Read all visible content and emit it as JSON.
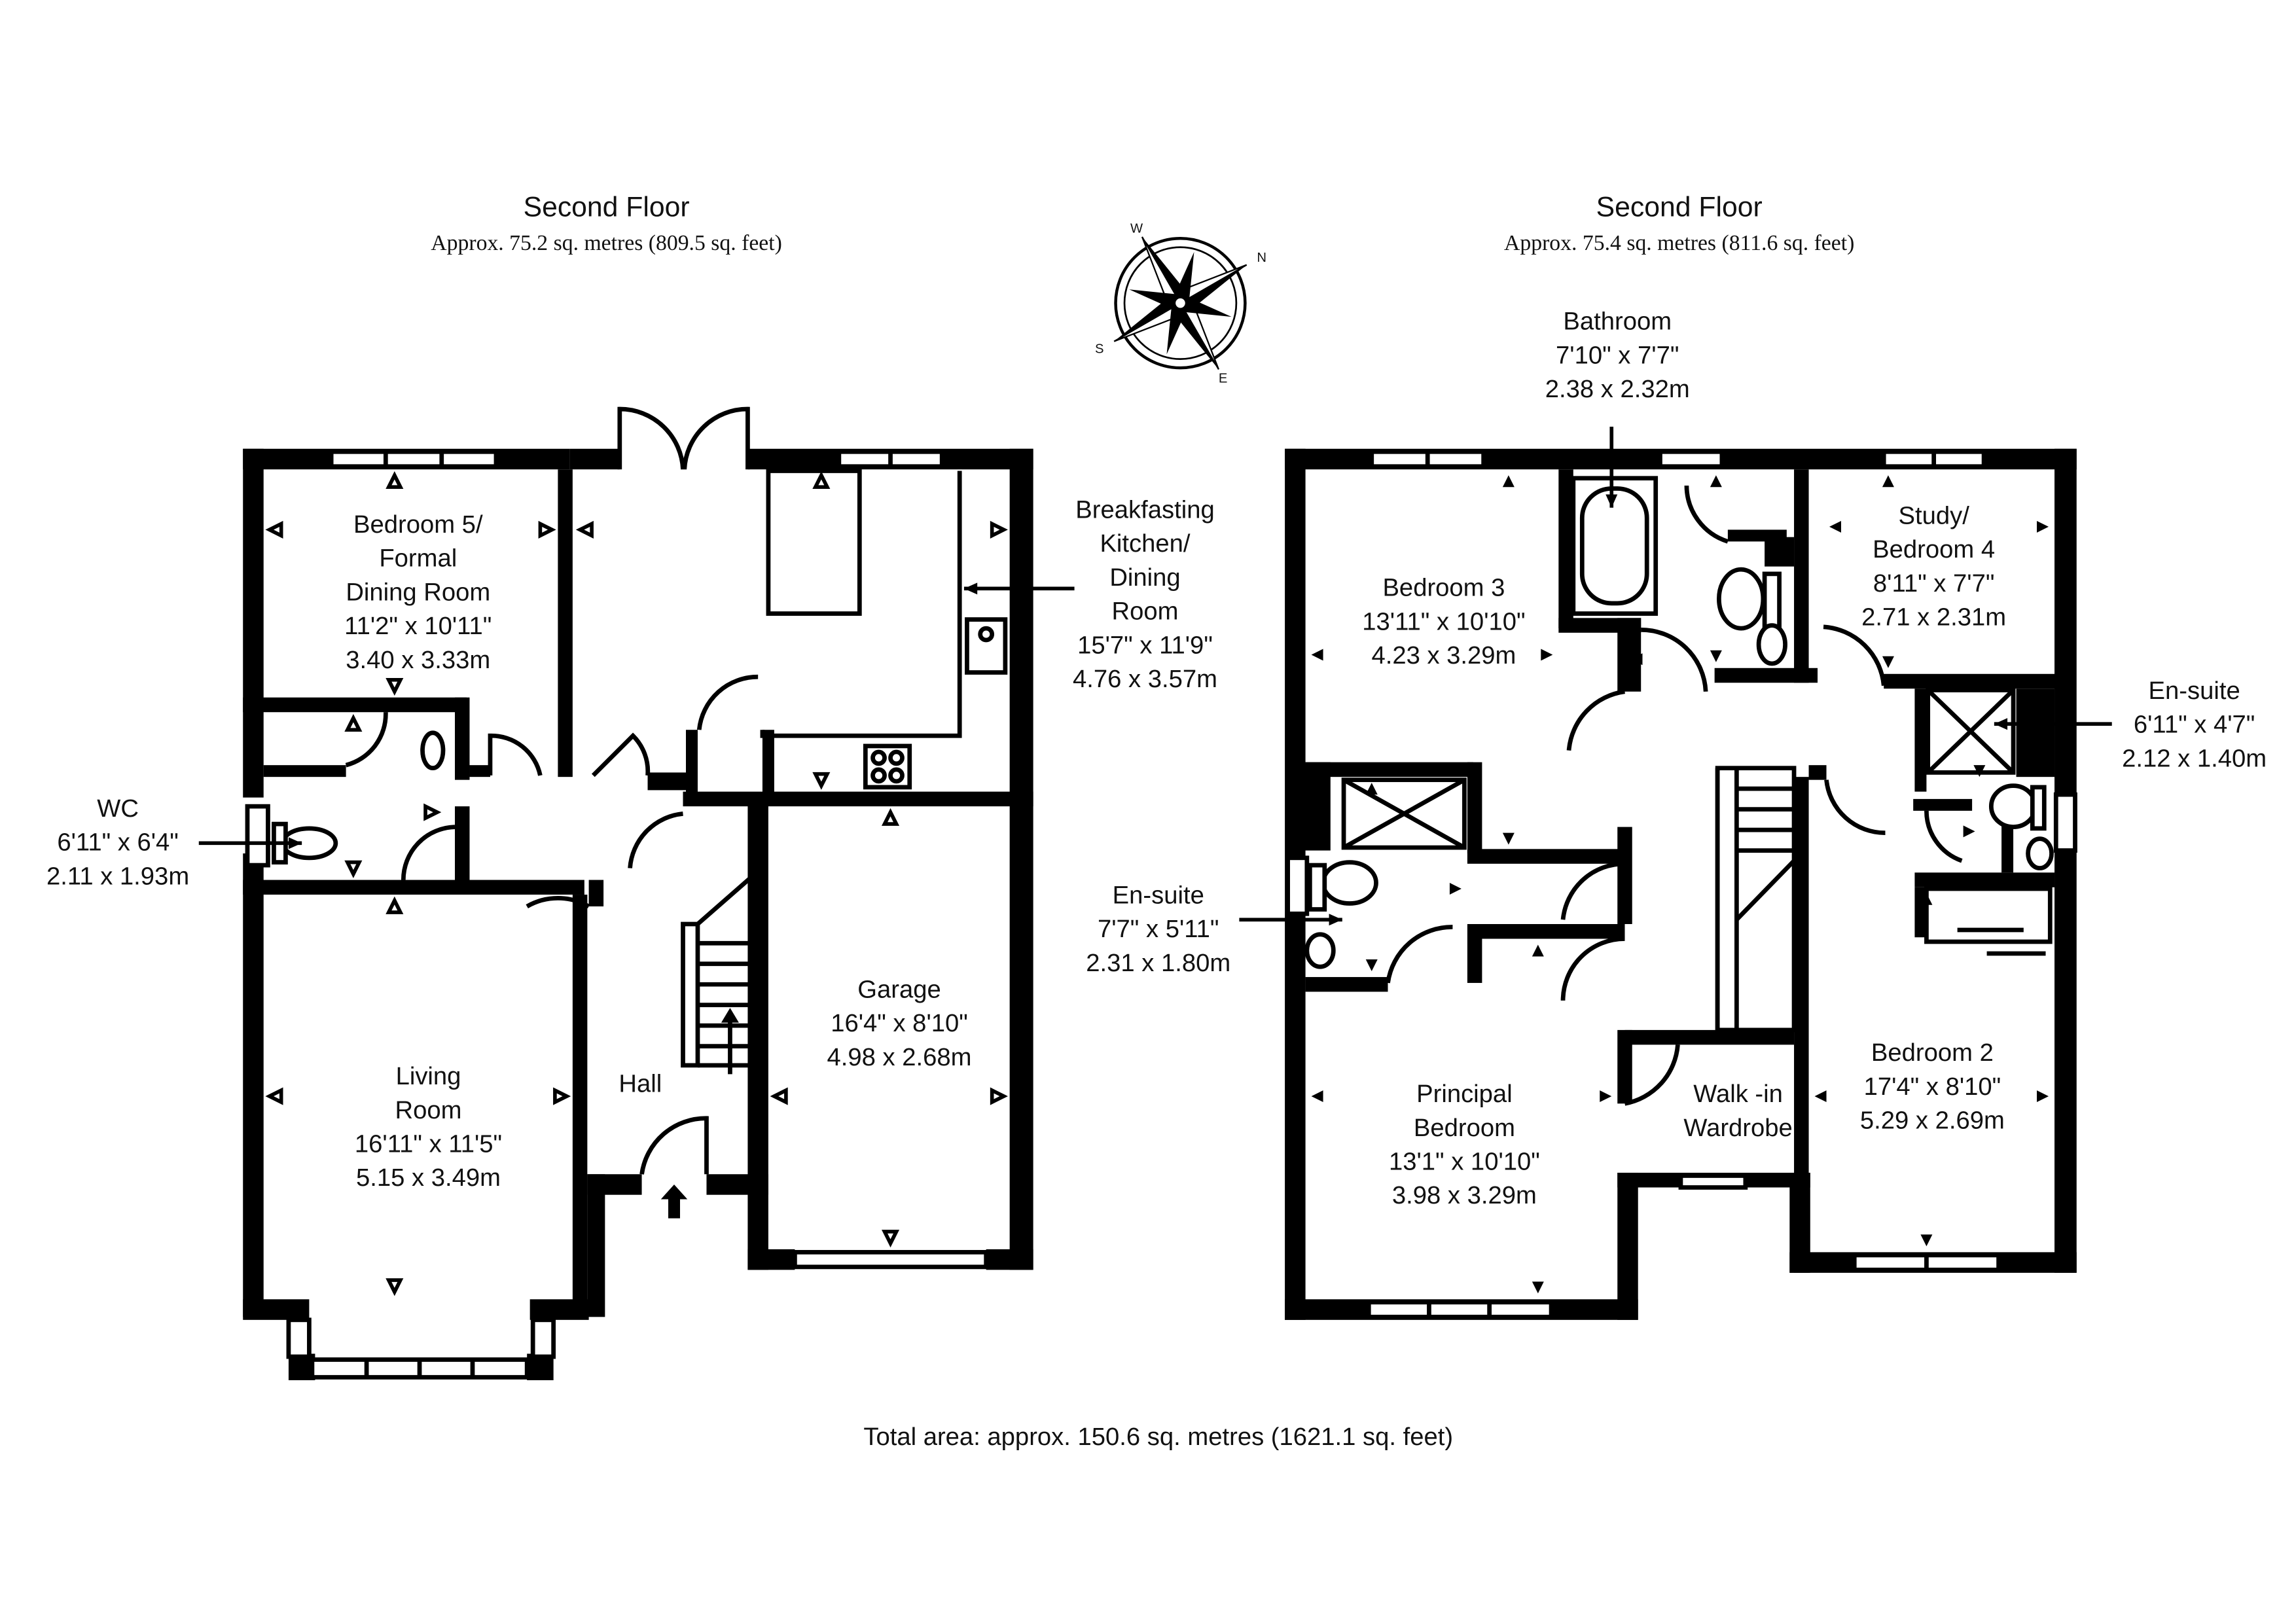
{
  "floors": [
    {
      "title": "Second Floor",
      "area": "Approx. 75.2 sq. metres (809.5 sq. feet)"
    },
    {
      "title": "Second Floor",
      "area": "Approx. 75.4 sq. metres (811.6 sq. feet)"
    }
  ],
  "total": "Total area: approx. 150.6 sq. metres (1621.1 sq. feet)",
  "compass": {
    "n": "N",
    "s": "S",
    "e": "E",
    "w": "W"
  },
  "rooms": {
    "bedroom5": {
      "l1": "Bedroom 5/",
      "l2": "Formal",
      "l3": "Dining Room",
      "imp": "11'2\" x 10'11\"",
      "met": "3.40 x 3.33m"
    },
    "kitchen": {
      "l1": "Breakfasting",
      "l2": "Kitchen/",
      "l3": "Dining",
      "l4": "Room",
      "imp": "15'7\" x 11'9\"",
      "met": "4.76 x 3.57m"
    },
    "wc": {
      "l1": "WC",
      "imp": "6'11\" x 6'4\"",
      "met": "2.11 x 1.93m"
    },
    "living": {
      "l1": "Living",
      "l2": "Room",
      "imp": "16'11\" x 11'5\"",
      "met": "5.15 x 3.49m"
    },
    "hall": {
      "l1": "Hall"
    },
    "garage": {
      "l1": "Garage",
      "imp": "16'4\" x 8'10\"",
      "met": "4.98 x 2.68m"
    },
    "bathroom": {
      "l1": "Bathroom",
      "imp": "7'10\" x 7'7\"",
      "met": "2.38 x 2.32m"
    },
    "bedroom3": {
      "l1": "Bedroom 3",
      "imp": "13'11\" x 10'10\"",
      "met": "4.23 x 3.29m"
    },
    "study": {
      "l1": "Study/",
      "l2": "Bedroom 4",
      "imp": "8'11\" x 7'7\"",
      "met": "2.71 x 2.31m"
    },
    "ensuite1": {
      "l1": "En-suite",
      "imp": "6'11\" x 4'7\"",
      "met": "2.12 x 1.40m"
    },
    "ensuite2": {
      "l1": "En-suite",
      "imp": "7'7\" x 5'11\"",
      "met": "2.31 x 1.80m"
    },
    "principal": {
      "l1": "Principal",
      "l2": "Bedroom",
      "imp": "13'1\" x 10'10\"",
      "met": "3.98 x 3.29m"
    },
    "walkin": {
      "l1": "Walk -in",
      "l2": "Wardrobe"
    },
    "bedroom2": {
      "l1": "Bedroom 2",
      "imp": "17'4\" x 8'10\"",
      "met": "5.29 x 2.69m"
    }
  }
}
